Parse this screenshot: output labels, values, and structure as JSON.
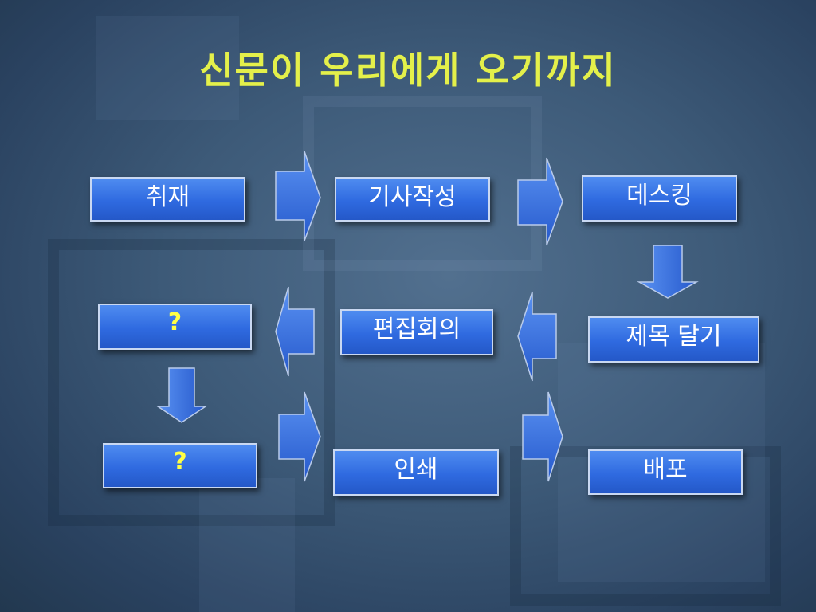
{
  "slide": {
    "title": "신문이 우리에게 오기까지"
  },
  "colors": {
    "title_text": "#e4f04a",
    "box_fill": "#2f6ae0",
    "box_border": "#c9d8f2",
    "box_text": "#ffffff",
    "question_text": "#ffff44",
    "arrow_fill": "#3a72e6"
  },
  "steps": {
    "reporting": "취재",
    "article_writing": "기사작성",
    "desking": "데스킹",
    "titling": "제목 달기",
    "editorial_meeting": "편집회의",
    "unknown_1": "?",
    "unknown_2": "?",
    "printing": "인쇄",
    "distribution": "배포"
  }
}
